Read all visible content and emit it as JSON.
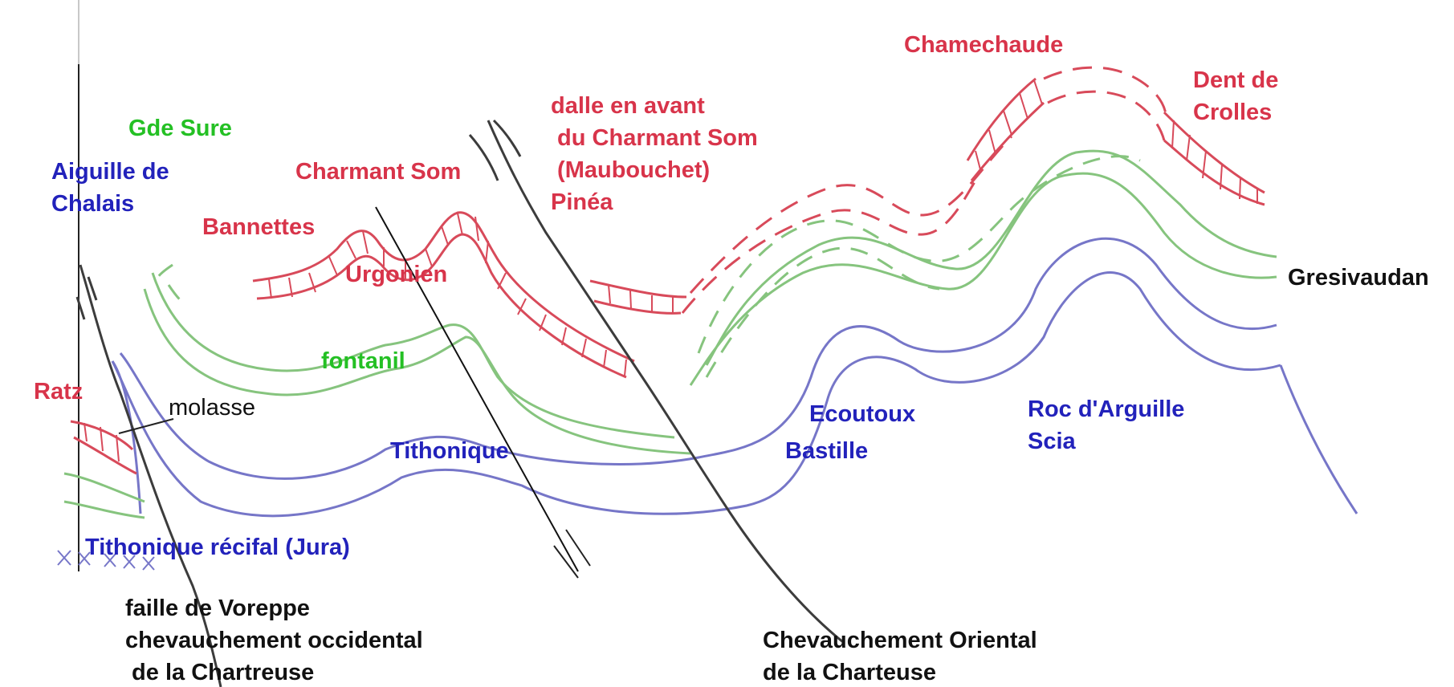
{
  "colors": {
    "red": "#d8344a",
    "green": "#24c024",
    "blue": "#2222bb",
    "black": "#111111",
    "red_stroke": "#d84a5a",
    "green_stroke": "#86c47e",
    "blue_stroke": "#7676c8",
    "fault_stroke": "#3c3c3c"
  },
  "labels": {
    "gde_sure": "Gde Sure",
    "aiguille_line1": "Aiguille de",
    "aiguille_line2": "Chalais",
    "charmant_som": "Charmant Som",
    "bannettes": "Bannettes",
    "urgonien": "Urgonien",
    "dalle_line1": "dalle en avant",
    "dalle_line2": " du Charmant Som",
    "dalle_line3": " (Maubouchet)",
    "pinea": "Pinéa",
    "chamechaude": "Chamechaude",
    "dent_line1": "Dent de",
    "dent_line2": "Crolles",
    "gresivaudan": "Gresivaudan",
    "fontanil": "fontanil",
    "ratz": "Ratz",
    "molasse": "molasse",
    "tithonique": "Tithonique",
    "ecoutoux": "Ecoutoux",
    "bastille": "Bastille",
    "roc_line1": "Roc d'Arguille",
    "roc_line2": "Scia",
    "tithonique_recifal": "Tithonique récifal (Jura)",
    "faille_line1": "faille de Voreppe",
    "faille_line2": "chevauchement occidental",
    "faille_line3": " de la Chartreuse",
    "chev_line1": "Chevauchement Oriental",
    "chev_line2": "de la Charteuse"
  }
}
